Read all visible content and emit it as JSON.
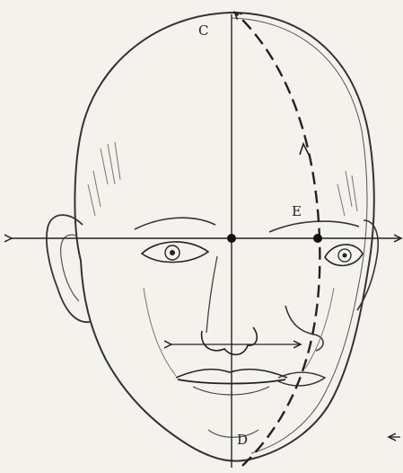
{
  "labels": {
    "c": "C",
    "e": "E",
    "d": "D"
  },
  "colors": {
    "paper": "#f4f2ec",
    "ink": "#222222"
  }
}
